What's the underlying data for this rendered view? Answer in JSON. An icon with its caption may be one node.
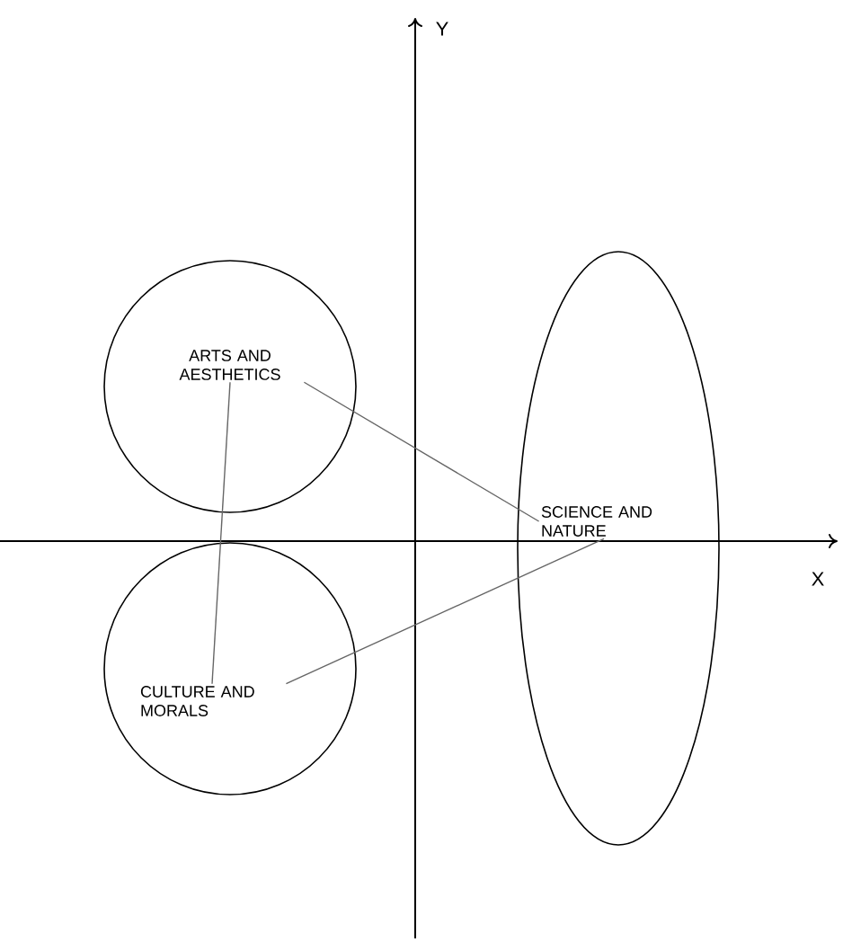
{
  "diagram": {
    "nodes": [
      {
        "text": [
          "ARTS AND AESTHETICS"
        ]
      },
      {
        "text": [
          "CULTURE AND MORALS"
        ]
      },
      {
        "text": [
          "SCIENCE AND NATURE"
        ]
      }
    ],
    "edges": [
      {
        "from": 0,
        "to": 1,
        "arrow": "none"
      },
      {
        "from": 0,
        "to": 2,
        "arrow": "none"
      },
      {
        "from": 1,
        "to": 2,
        "arrow": "none"
      }
    ],
    "labels": [
      "Y",
      "X"
    ]
  }
}
